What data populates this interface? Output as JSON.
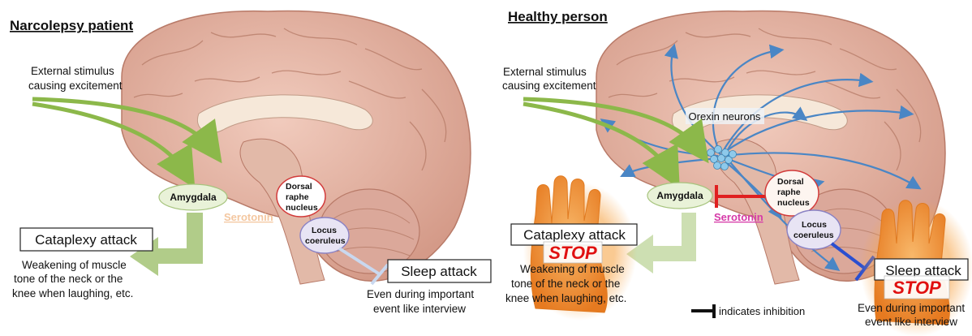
{
  "left_panel": {
    "title": "Narcolepsy patient",
    "stimulus_line1": "External stimulus",
    "stimulus_line2": "causing excitement",
    "amygdala": "Amygdala",
    "dorsal_line1": "Dorsal",
    "dorsal_line2": "raphe",
    "dorsal_line3": "nucleus",
    "serotonin": "Serotonin",
    "locus_line1": "Locus",
    "locus_line2": "coeruleus",
    "cataplexy_title": "Cataplexy attack",
    "cataplexy_line1": "Weakening of muscle",
    "cataplexy_line2": "tone of the neck or the",
    "cataplexy_line3": "knee when laughing, etc.",
    "sleep_title": "Sleep attack",
    "sleep_line1": "Even during important",
    "sleep_line2": "event like interview"
  },
  "right_panel": {
    "title": "Healthy person",
    "stimulus_line1": "External stimulus",
    "stimulus_line2": "causing excitement",
    "orexin": "Orexin neurons",
    "amygdala": "Amygdala",
    "dorsal_line1": "Dorsal",
    "dorsal_line2": "raphe",
    "dorsal_line3": "nucleus",
    "serotonin": "Serotonin",
    "locus_line1": "Locus",
    "locus_line2": "coeruleus",
    "cataplexy_title": "Cataplexy attack",
    "cataplexy_line1": "Weakening of  muscle",
    "cataplexy_line2": "tone of the neck or the",
    "cataplexy_line3": "knee when laughing, etc.",
    "stop": "STOP",
    "sleep_title": "Sleep attack",
    "sleep_line1": "Even during important",
    "sleep_line2": "event like interview",
    "inhibition_legend": "indicates inhibition"
  },
  "colors": {
    "brain": "#e4b8a8",
    "brain_dark": "#c88a78",
    "cerebellum": "#dba89a",
    "stimulus_arrow": "#8cb84a",
    "orexin_arrow": "#4a86c5",
    "inhibition_red": "#e02020",
    "inhibition_blue": "#2a4fd0",
    "amygdala_fill": "#e9f2d8",
    "hand": "#f39a3c",
    "serotonin_left": "#f4c7a0",
    "serotonin_right": "#d63aa8"
  }
}
